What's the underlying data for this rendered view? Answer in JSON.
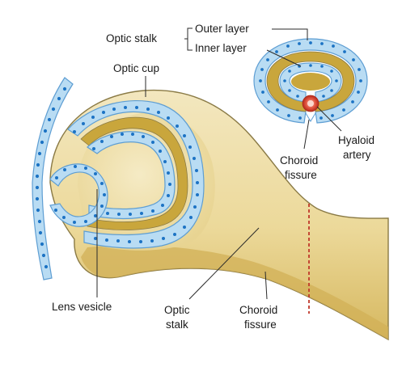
{
  "labels": {
    "optic_stalk_top": "Optic stalk",
    "outer_layer": "Outer layer",
    "inner_layer": "Inner layer",
    "optic_cup": "Optic cup",
    "hyaloid_1": "Hyaloid",
    "hyaloid_2": "artery",
    "choroid_top_1": "Choroid",
    "choroid_top_2": "fissure",
    "lens_vesicle": "Lens vesicle",
    "optic_stalk_bottom_1": "Optic",
    "optic_stalk_bottom_2": "stalk",
    "choroid_bottom_1": "Choroid",
    "choroid_bottom_2": "fissure"
  },
  "colors": {
    "tissue_fill": "#f1e3b4",
    "tissue_dark": "#c9a63c",
    "tissue_outline": "#8a7a45",
    "epithelium": "#b9dcf3",
    "epithelium_outline": "#5e9ed3",
    "nucleus": "#1c73c4",
    "artery": "#d8432f",
    "section_line": "#c0392b"
  }
}
